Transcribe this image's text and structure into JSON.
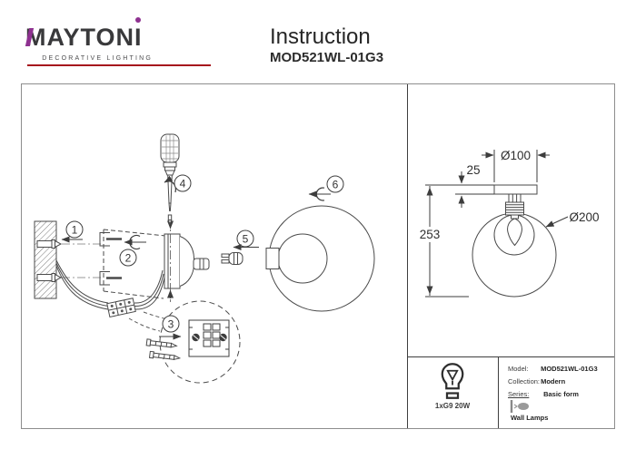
{
  "header": {
    "brand_main": "MAYTON",
    "brand_i": "I",
    "tagline": "DECORATIVE LIGHTING",
    "title": "Instruction",
    "model": "MOD521WL-01G3",
    "accent_purple": "#8e3190",
    "rule_red": "#a6121c"
  },
  "diagram": {
    "steps": [
      "1",
      "2",
      "3",
      "4",
      "5",
      "6"
    ]
  },
  "dimensions": {
    "top_diameter": "Ø100",
    "plate_offset": "25",
    "height": "253",
    "globe_diameter": "Ø200"
  },
  "spec": {
    "bulb_label": "1xG9 20W",
    "model_label": "Model:",
    "model_value": "MOD521WL-01G3",
    "collection_label": "Collection:",
    "collection_value": "Modern",
    "series_label": "Series:",
    "series_value_1": "Basic form",
    "series_value_2": "Wall Lamps"
  }
}
